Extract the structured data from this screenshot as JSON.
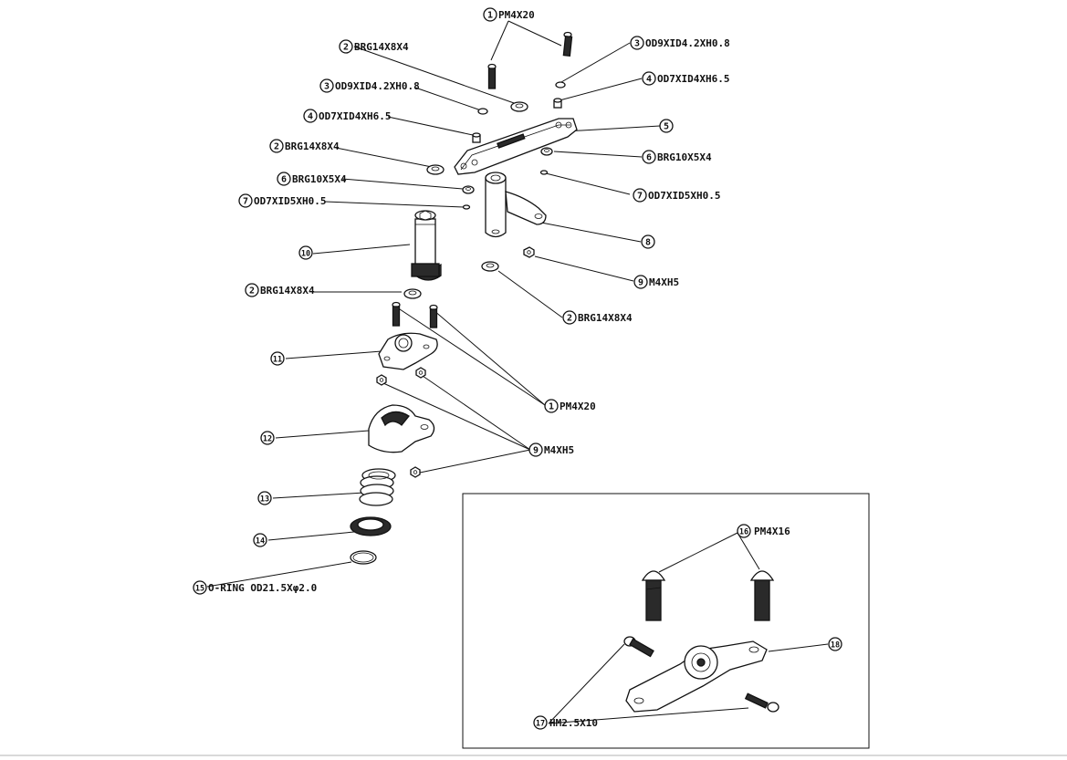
{
  "callouts": {
    "c1_top": {
      "num": "1",
      "text": "PM4X20"
    },
    "c2_a": {
      "num": "2",
      "text": "BRG14X8X4"
    },
    "c3_right": {
      "num": "3",
      "text": "OD9XID4.2XH0.8"
    },
    "c3_left": {
      "num": "3",
      "text": "OD9XID4.2XH0.8"
    },
    "c4_right": {
      "num": "4",
      "text": "OD7XID4XH6.5"
    },
    "c4_left": {
      "num": "4",
      "text": "OD7XID4XH6.5"
    },
    "c5": {
      "num": "5",
      "text": ""
    },
    "c2_b": {
      "num": "2",
      "text": "BRG14X8X4"
    },
    "c6_right": {
      "num": "6",
      "text": "BRG10X5X4"
    },
    "c6_left": {
      "num": "6",
      "text": "BRG10X5X4"
    },
    "c7_left": {
      "num": "7",
      "text": "OD7XID5XH0.5"
    },
    "c7_right": {
      "num": "7",
      "text": "OD7XID5XH0.5"
    },
    "c8": {
      "num": "8",
      "text": ""
    },
    "c10": {
      "num": "10",
      "text": ""
    },
    "c9_top": {
      "num": "9",
      "text": "M4XH5"
    },
    "c2_c": {
      "num": "2",
      "text": "BRG14X8X4"
    },
    "c2_d": {
      "num": "2",
      "text": "BRG14X8X4"
    },
    "c11": {
      "num": "11",
      "text": ""
    },
    "c1_bottom": {
      "num": "1",
      "text": "PM4X20"
    },
    "c12": {
      "num": "12",
      "text": ""
    },
    "c9_bottom": {
      "num": "9",
      "text": "M4XH5"
    },
    "c13": {
      "num": "13",
      "text": ""
    },
    "c14": {
      "num": "14",
      "text": ""
    },
    "c15": {
      "num": "15",
      "text": "O-RING OD21.5Xφ2.0"
    },
    "c16": {
      "num": "16",
      "text": "PM4X16"
    },
    "c18": {
      "num": "18",
      "text": ""
    },
    "c17": {
      "num": "17",
      "text": "HM2.5X10"
    }
  }
}
